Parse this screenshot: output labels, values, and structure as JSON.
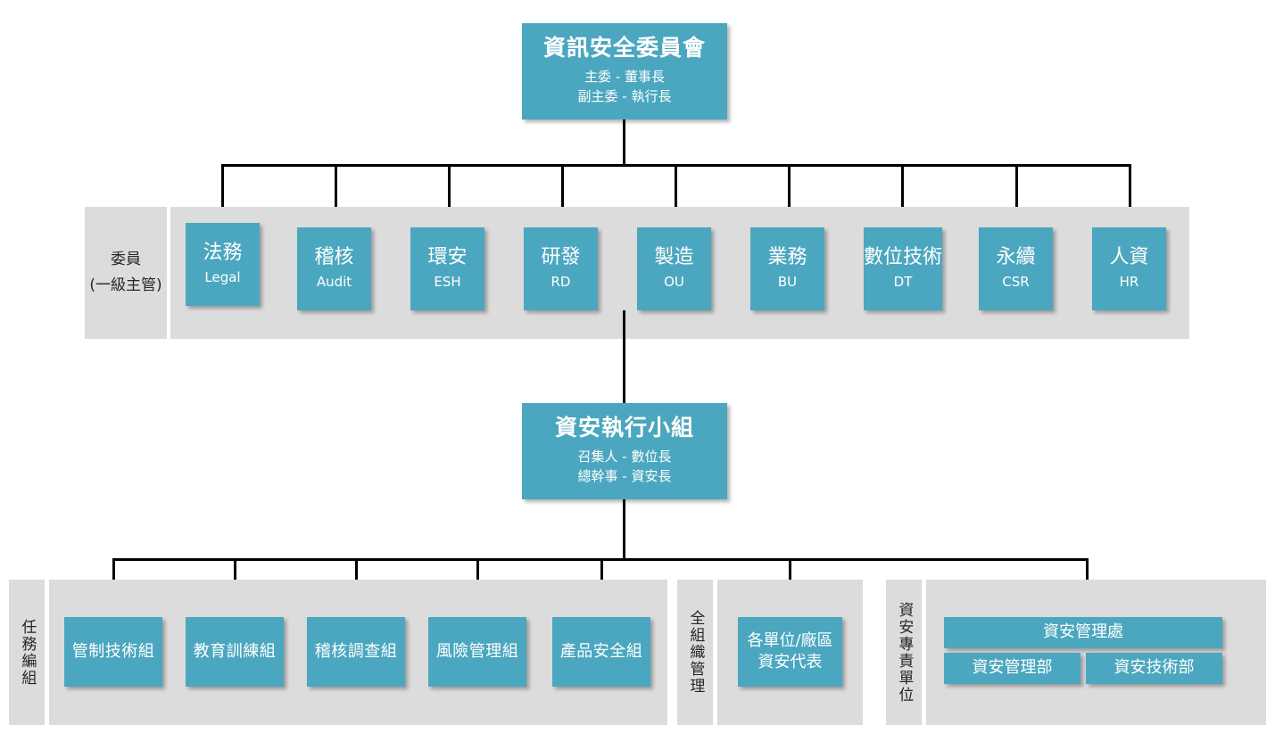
{
  "diagram": {
    "title_box": {
      "name": "資訊安全委員會",
      "roles": [
        "主委 - 董事長",
        "副主委 - 執行長"
      ]
    },
    "committee_row": {
      "label_lines": [
        "委員",
        "(一級主管)"
      ],
      "members": [
        {
          "cn": "法務",
          "en": "Legal"
        },
        {
          "cn": "稽核",
          "en": "Audit"
        },
        {
          "cn": "環安",
          "en": "ESH"
        },
        {
          "cn": "研發",
          "en": "RD"
        },
        {
          "cn": "製造",
          "en": "OU"
        },
        {
          "cn": "業務",
          "en": "BU"
        },
        {
          "cn": "數位技術",
          "en": "DT"
        },
        {
          "cn": "永續",
          "en": "CSR"
        },
        {
          "cn": "人資",
          "en": "HR"
        }
      ]
    },
    "exec_box": {
      "name": "資安執行小組",
      "roles": [
        "召集人 - 數位長",
        "總幹事 - 資安長"
      ]
    },
    "task_group": {
      "label": "任務編組",
      "items": [
        {
          "cn": "管制技術組"
        },
        {
          "cn": "教育訓練組"
        },
        {
          "cn": "稽核調查組"
        },
        {
          "cn": "風險管理組"
        },
        {
          "cn": "產品安全組"
        }
      ]
    },
    "org_wide": {
      "label": "全組織管理",
      "items": [
        {
          "line1": "各單位/廠區",
          "line2": "資安代表"
        }
      ]
    },
    "dedicated_unit": {
      "label": "資安專責單位",
      "head": "資安管理處",
      "departments": [
        "資安管理部",
        "資安技術部"
      ]
    },
    "colors": {
      "node": "#4BA7BF",
      "panel": "#DCDCDC",
      "line": "#000000",
      "text_on_node": "#FFFFFF",
      "text_on_panel": "#262626"
    }
  }
}
